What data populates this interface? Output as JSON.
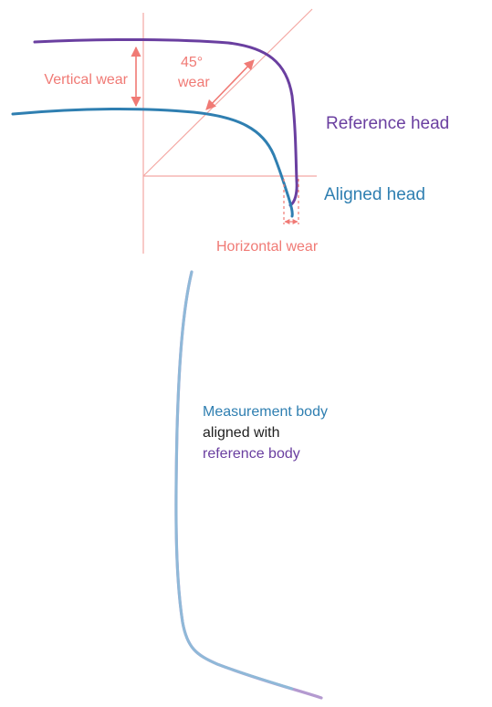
{
  "labels": {
    "vertical_wear": "Vertical wear",
    "wear_angle": "45°",
    "wear_angle_word": "wear",
    "reference_head": "Reference head",
    "aligned_head": "Aligned head",
    "horizontal_wear": "Horizontal wear",
    "body_line1": "Measurement body",
    "body_line2": "aligned with",
    "body_line3": "reference body"
  },
  "colors": {
    "wear": "#f07a75",
    "axis": "#f4a8a3",
    "reference": "#6a3fa0",
    "aligned": "#2f7fb1",
    "body_text": "#1f1f1f",
    "body_light": "#8fb9d8",
    "body_tail": "#b49ad0"
  }
}
